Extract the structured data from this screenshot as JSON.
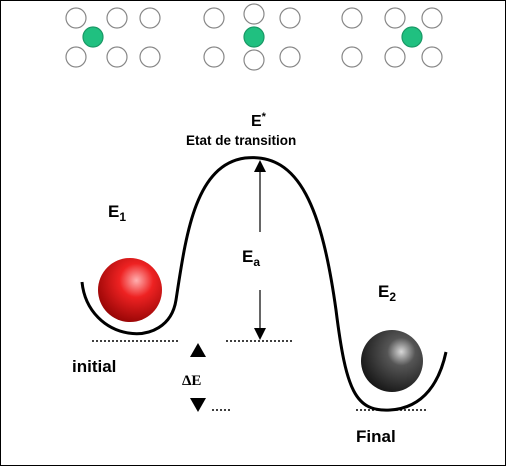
{
  "title_energy": "E",
  "title_energy_sup": "*",
  "transition_label": "Etat de transition",
  "e1_main": "E",
  "e1_sub": "1",
  "e2_main": "E",
  "e2_sub": "2",
  "ea_main": "E",
  "ea_sub": "a",
  "initial_label": "initial",
  "final_label": "Final",
  "delta_e_label": "ΔE",
  "colors": {
    "atom_fill": "#20c080",
    "lattice_circle": "#ffffff",
    "ball_initial": "#dd1111",
    "ball_final": "#333333"
  }
}
